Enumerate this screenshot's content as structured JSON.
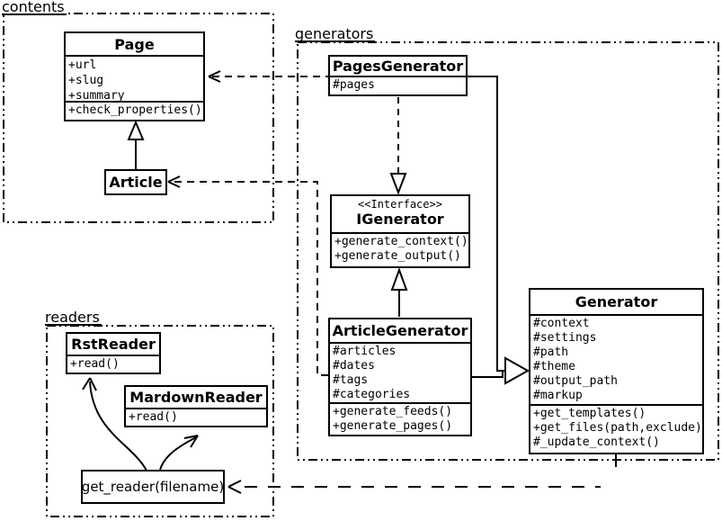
{
  "diagram": {
    "packages": {
      "contents": "contents",
      "generators": "generators",
      "readers": "readers"
    },
    "classes": {
      "page": {
        "name": "Page",
        "attributes": [
          "+url",
          "+slug",
          "+summary"
        ],
        "methods": [
          "+check_properties()"
        ]
      },
      "article": {
        "name": "Article"
      },
      "pages_generator": {
        "name": "PagesGenerator",
        "attributes": [
          "#pages"
        ]
      },
      "igenerator": {
        "stereotype": "<<Interface>>",
        "name": "IGenerator",
        "methods": [
          "+generate_context()",
          "+generate_output()"
        ]
      },
      "article_generator": {
        "name": "ArticleGenerator",
        "attributes": [
          "#articles",
          "#dates",
          "#tags",
          "#categories"
        ],
        "methods": [
          "+generate_feeds()",
          "+generate_pages()"
        ]
      },
      "generator": {
        "name": "Generator",
        "attributes": [
          "#context",
          "#settings",
          "#path",
          "#theme",
          "#output_path",
          "#markup"
        ],
        "methods": [
          "+get_templates()",
          "+get_files(path,exclude)",
          "#_update_context()"
        ]
      },
      "rst_reader": {
        "name": "RstReader",
        "methods": [
          "+read()"
        ]
      },
      "markdown_reader": {
        "name": "MardownReader",
        "methods": [
          "+read()"
        ]
      },
      "get_reader": {
        "name": "get_reader(filename)"
      }
    },
    "colors": {
      "line": "#000000",
      "background": "#ffffff"
    }
  }
}
